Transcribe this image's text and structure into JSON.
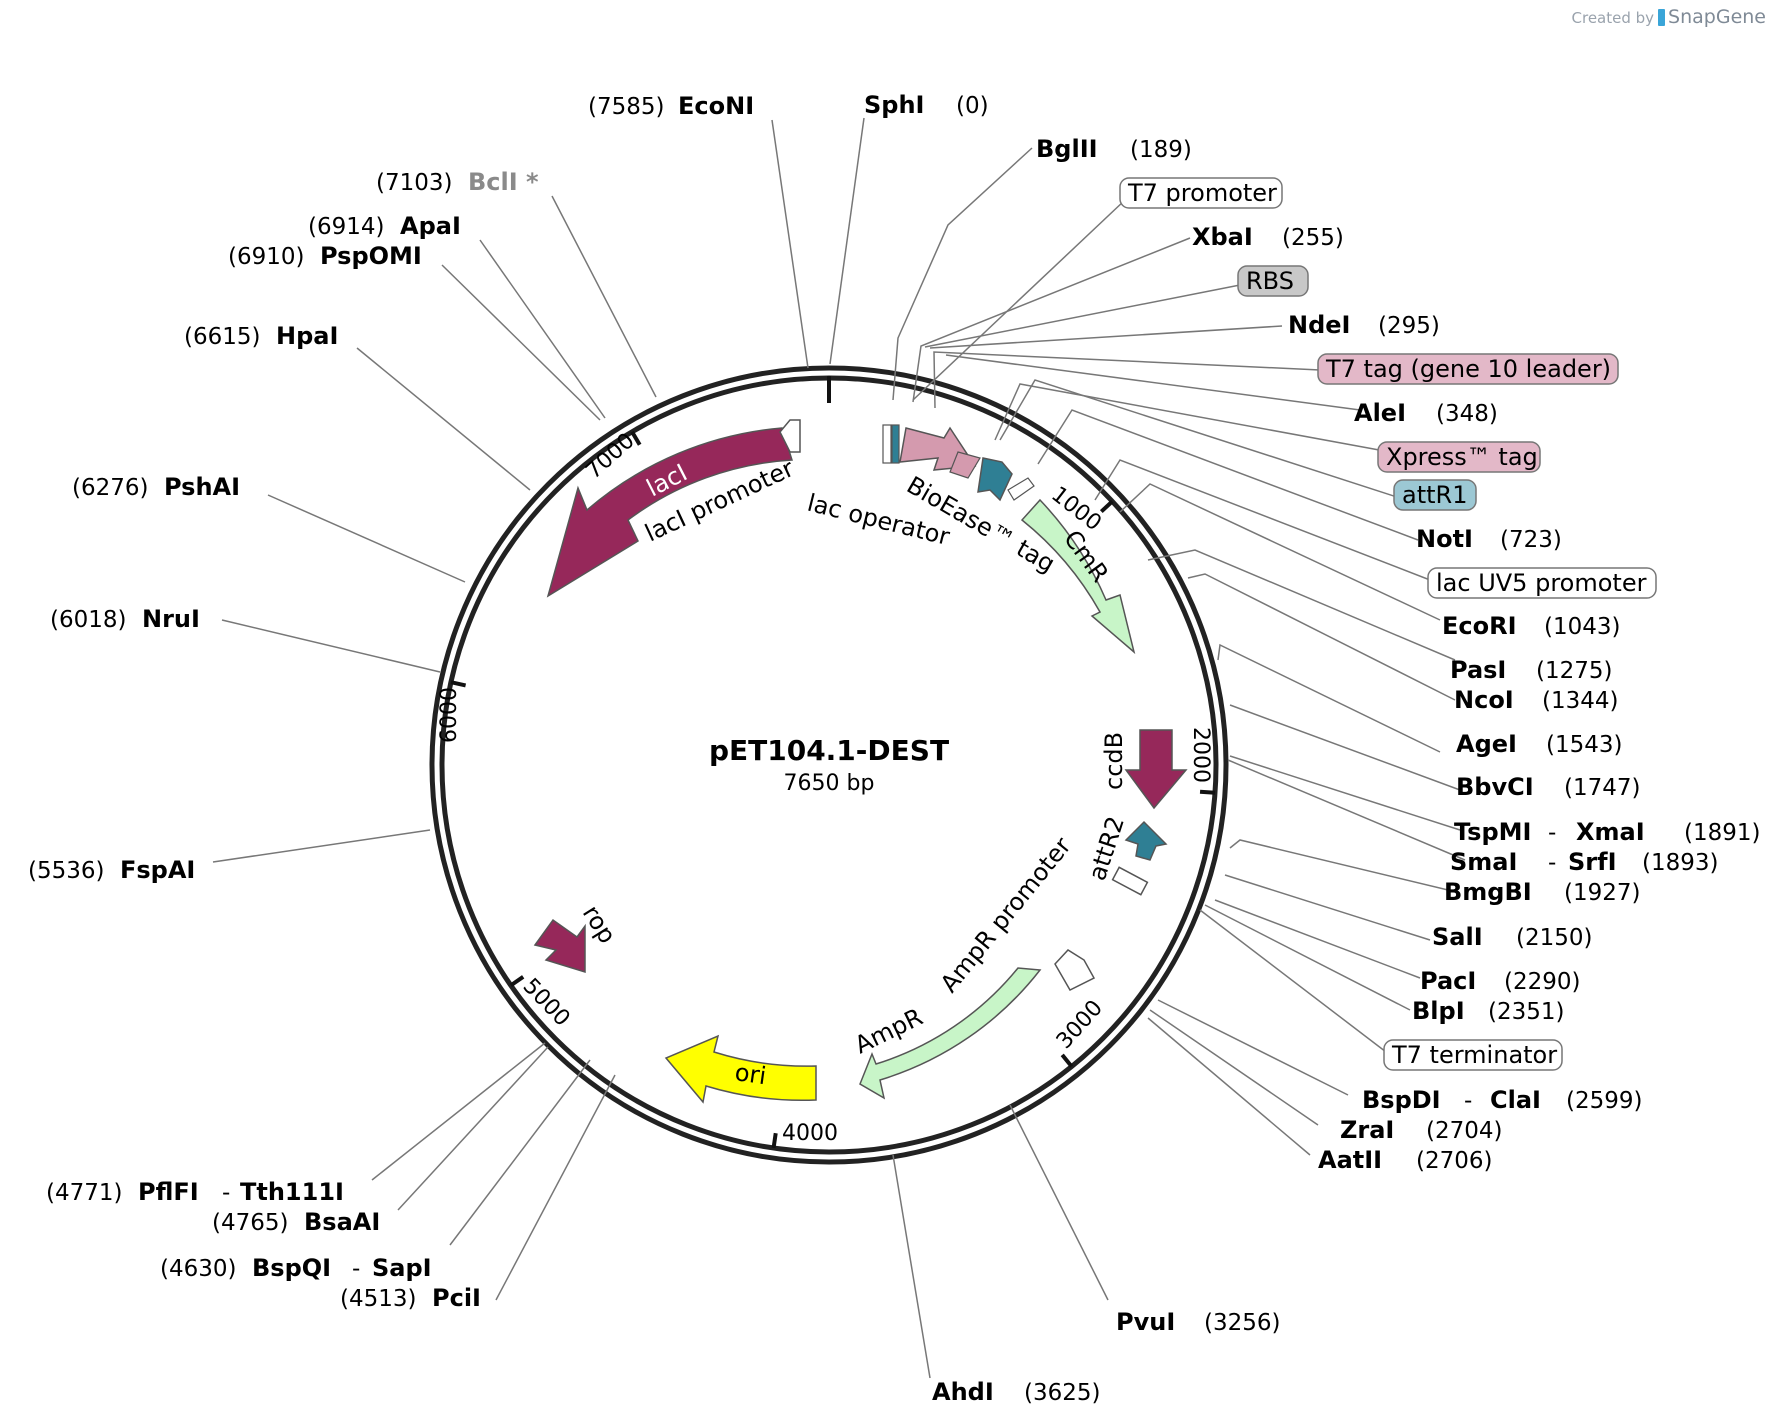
{
  "credit": {
    "created_by": "Created by",
    "brand": "SnapGene"
  },
  "plasmid": {
    "name": "pET104.1-DEST",
    "size_label": "7650 bp"
  },
  "ticks": [
    "1000",
    "2000",
    "3000",
    "4000",
    "5000",
    "6000",
    "7000"
  ],
  "sites": [
    {
      "id": "econi",
      "pos": "(7585)",
      "name": "EconI",
      "display": "EcoNI"
    },
    {
      "id": "sphi",
      "pos": "(0)",
      "name": "SphI"
    },
    {
      "id": "bglii",
      "pos": "(189)",
      "name": "BglII"
    },
    {
      "id": "xbai",
      "pos": "(255)",
      "name": "XbaI"
    },
    {
      "id": "ndei",
      "pos": "(295)",
      "name": "NdeI"
    },
    {
      "id": "alei",
      "pos": "(348)",
      "name": "AleI"
    },
    {
      "id": "noti",
      "pos": "(723)",
      "name": "NotI"
    },
    {
      "id": "ecori",
      "pos": "(1043)",
      "name": "EcoRI"
    },
    {
      "id": "pasi",
      "pos": "(1275)",
      "name": "PasI"
    },
    {
      "id": "ncoi",
      "pos": "(1344)",
      "name": "NcoI"
    },
    {
      "id": "agei",
      "pos": "(1543)",
      "name": "AgeI"
    },
    {
      "id": "bbvci",
      "pos": "(1747)",
      "name": "BbvCI"
    },
    {
      "id": "tspmi",
      "pos": "(1891)",
      "name": "TspMI",
      "name2": "XmaI"
    },
    {
      "id": "smai",
      "pos": "(1893)",
      "name": "SmaI",
      "name2": "SrfI"
    },
    {
      "id": "bmgbi",
      "pos": "(1927)",
      "name": "BmgBI"
    },
    {
      "id": "sali",
      "pos": "(2150)",
      "name": "SalI"
    },
    {
      "id": "paci",
      "pos": "(2290)",
      "name": "PacI"
    },
    {
      "id": "blpi",
      "pos": "(2351)",
      "name": "BlpI"
    },
    {
      "id": "bspdi",
      "pos": "(2599)",
      "name": "BspDI",
      "name2": "ClaI"
    },
    {
      "id": "zrai",
      "pos": "(2704)",
      "name": "ZraI"
    },
    {
      "id": "aatii",
      "pos": "(2706)",
      "name": "AatII"
    },
    {
      "id": "pvui",
      "pos": "(3256)",
      "name": "PvuI"
    },
    {
      "id": "ahdi",
      "pos": "(3625)",
      "name": "AhdI"
    },
    {
      "id": "pcii",
      "pos": "(4513)",
      "name": "PciI"
    },
    {
      "id": "bspqi",
      "pos": "(4630)",
      "name": "BspQI",
      "name2": "SapI"
    },
    {
      "id": "bsaai",
      "pos": "(4765)",
      "name": "BsaAI"
    },
    {
      "id": "pflfi",
      "pos": "(4771)",
      "name": "PflFI",
      "name2": "Tth111I"
    },
    {
      "id": "fspai",
      "pos": "(5536)",
      "name": "FspAI"
    },
    {
      "id": "drui",
      "pos": "(6018)",
      "name": "NruI"
    },
    {
      "id": "pshai",
      "pos": "(6276)",
      "name": "PshAI"
    },
    {
      "id": "hpai",
      "pos": "(6615)",
      "name": "HpaI"
    },
    {
      "id": "pspomi",
      "pos": "(6910)",
      "name": "PspOMI"
    },
    {
      "id": "apai",
      "pos": "(6914)",
      "name": "ApaI"
    },
    {
      "id": "bcli",
      "pos": "(7103)",
      "name": "BclI *"
    }
  ],
  "boxed_features": [
    {
      "id": "t7promoter",
      "label": "T7 promoter",
      "fill": "#ffffff"
    },
    {
      "id": "rbs",
      "label": "RBS",
      "fill": "#c8c8c8"
    },
    {
      "id": "t7tag",
      "label": "T7 tag (gene 10 leader)",
      "fill": "#e3b8c8"
    },
    {
      "id": "xpress",
      "label": "Xpress™ tag",
      "fill": "#e3b8c8"
    },
    {
      "id": "attr1",
      "label": "attR1",
      "fill": "#9cc8d4"
    },
    {
      "id": "lacuv5",
      "label": "lac UV5 promoter",
      "fill": "#ffffff"
    },
    {
      "id": "t7term",
      "label": "T7 terminator",
      "fill": "#ffffff"
    }
  ],
  "features": [
    {
      "id": "laci",
      "label": "lacI",
      "color": "#96285a"
    },
    {
      "id": "lacipromoter",
      "label": "lacI promoter",
      "color": "#ffffff"
    },
    {
      "id": "lacoperator",
      "label": "lac operator",
      "color": "#ffffff"
    },
    {
      "id": "bioease",
      "label": "BioEase™ tag",
      "color": "#d49aae"
    },
    {
      "id": "cmr",
      "label": "CmR",
      "color": "#c8f5c8"
    },
    {
      "id": "ccdb",
      "label": "ccdB",
      "color": "#96285a"
    },
    {
      "id": "attr2",
      "label": "attR2",
      "color": "#2f7f94"
    },
    {
      "id": "amprpromoter",
      "label": "AmpR promoter",
      "color": "#ffffff"
    },
    {
      "id": "ampr",
      "label": "AmpR",
      "color": "#c8f5c8"
    },
    {
      "id": "ori",
      "label": "ori",
      "color": "#ffff00"
    },
    {
      "id": "rop",
      "label": "rop",
      "color": "#96285a"
    }
  ]
}
